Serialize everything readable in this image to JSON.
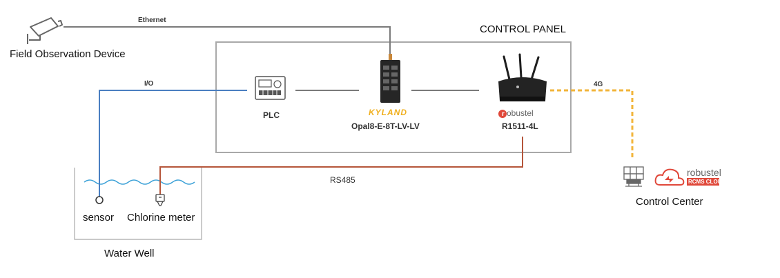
{
  "colors": {
    "ethernet": "#7a7a7a",
    "io": "#4a7fc1",
    "rs485": "#b5553a",
    "g4": "#f2b43a",
    "kyland": "#f0b020",
    "robustel": "#e0483a"
  },
  "labels": {
    "control_panel": "CONTROL PANEL",
    "field_device": "Field Observation Device",
    "ethernet": "Ethernet",
    "io": "I/O",
    "plc": "PLC",
    "switch_brand": "KYLAND",
    "switch_model": "Opal8-E-8T-LV-LV",
    "router_brand_r": "r",
    "router_brand_rest": "obustel",
    "router_model": "R1511-4L",
    "g4": "4G",
    "rs485": "RS485",
    "sensor": "sensor",
    "chlorine": "Chlorine meter",
    "water_well": "Water Well",
    "control_center": "Control Center",
    "cloud_brand": "robustel",
    "cloud_sub": "RCMS CLOUD"
  }
}
